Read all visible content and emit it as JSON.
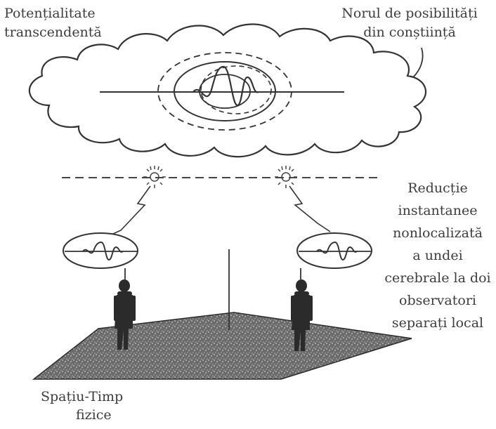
{
  "labels": {
    "potentiality": [
      "Potențialitate",
      "transcendentă"
    ],
    "cloud": [
      "Norul de posibilități",
      "din conștiință"
    ],
    "reduction": [
      "Reducție",
      "instantanee",
      "nonlocalizată",
      "a undei",
      "cerebrale la doi",
      "observatori",
      "separați local"
    ],
    "spacetime": [
      "Spațiu-Timp",
      "fizice"
    ]
  },
  "colors": {
    "ink": "#333333",
    "cloud_fill": "#ffffff",
    "ground_dark": "#3a3a3a",
    "figure": "#2b2b2b"
  }
}
